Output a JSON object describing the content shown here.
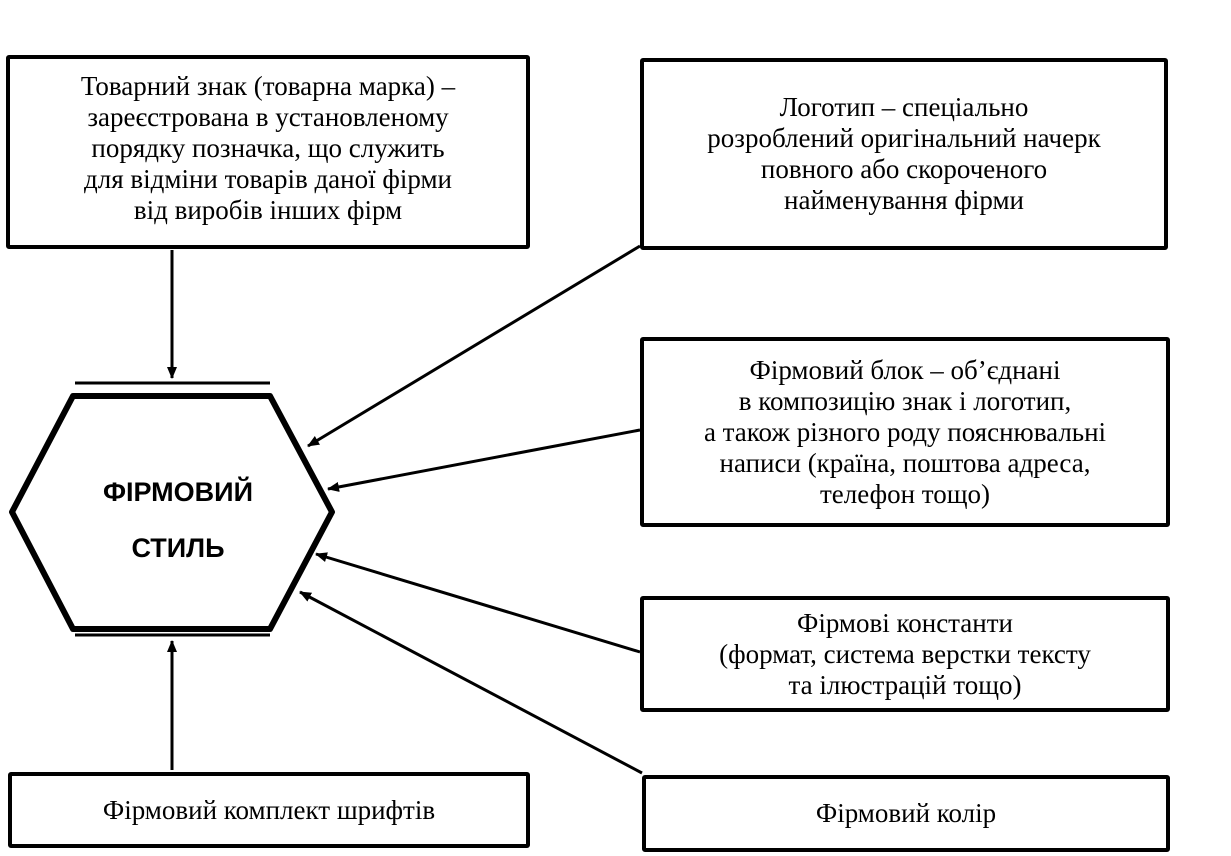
{
  "center": {
    "line1": "ФІРМОВИЙ",
    "line2": "СТИЛЬ"
  },
  "boxes": {
    "trademark": {
      "lines": [
        "Товарний знак (товарна марка) –",
        "зареєстрована в установленому",
        "порядку позначка, що служить",
        "для відміни товарів даної фірми",
        "від виробів інших фірм"
      ]
    },
    "logo": {
      "lines": [
        "Логотип – спеціально",
        "розроблений оригінальний начерк",
        "повного або скороченого",
        "найменування фірми"
      ]
    },
    "block": {
      "lines": [
        "Фірмовий блок – об’єднані",
        "в композицію знак і логотип,",
        "а також різного роду пояснювальні",
        "написи (країна, поштова адреса,",
        "телефон тощо)"
      ]
    },
    "constants": {
      "lines": [
        "Фірмові константи",
        "(формат, система верстки тексту",
        "та ілюстрацій тощо)"
      ]
    },
    "fonts": {
      "lines": [
        "Фірмовий комплект шрифтів"
      ]
    },
    "color": {
      "lines": [
        "Фірмовий колір"
      ]
    }
  },
  "colors": {
    "ink": "#000000",
    "paper": "#ffffff"
  }
}
